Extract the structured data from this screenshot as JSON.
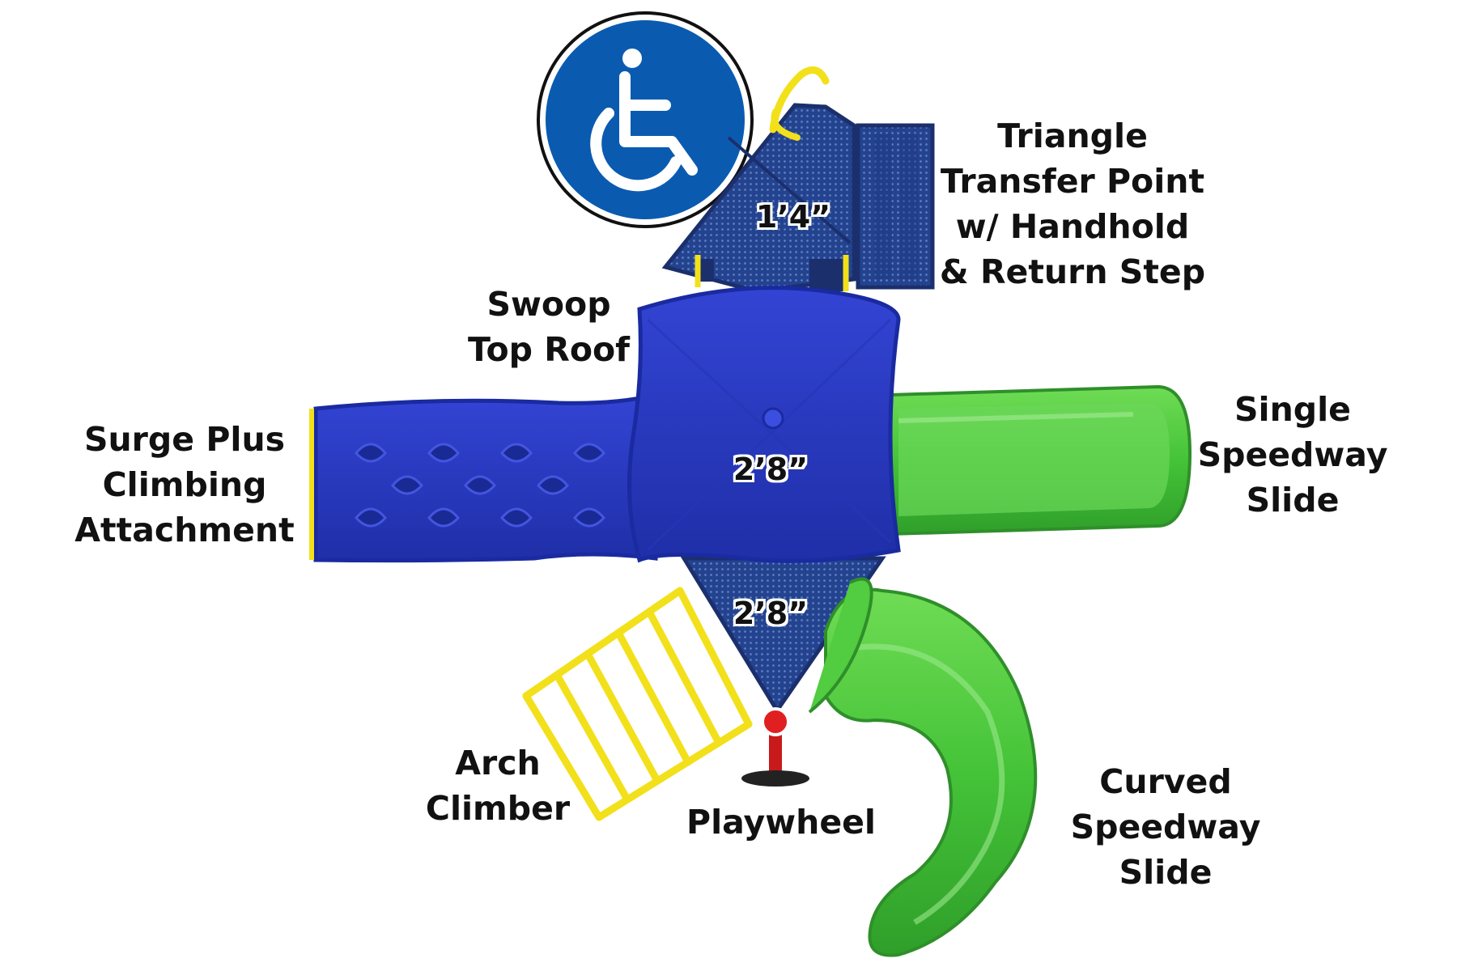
{
  "colors": {
    "deck_blue": "#1f3d8c",
    "roof_blue": "#2d3fc8",
    "slide_green": "#4cc63c",
    "rail_yellow": "#f2e01a",
    "playwheel_red": "#e02020",
    "accessibility_blue": "#0a5bb0"
  },
  "accessibility_icon": "wheelchair-icon",
  "labels": {
    "triangle_transfer": [
      "Triangle",
      "Transfer Point",
      "w/ Handhold",
      "& Return Step"
    ],
    "swoop_roof": [
      "Swoop",
      "Top Roof"
    ],
    "single_slide": [
      "Single",
      "Speedway",
      "Slide"
    ],
    "surge_plus": [
      "Surge Plus",
      "Climbing",
      "Attachment"
    ],
    "arch_climber": [
      "Arch",
      "Climber"
    ],
    "playwheel": [
      "Playwheel"
    ],
    "curved_slide": [
      "Curved",
      "Speedway",
      "Slide"
    ]
  },
  "heights": {
    "transfer": "1’4”",
    "main_deck": "2’8”",
    "lower_deck": "2’8”"
  }
}
